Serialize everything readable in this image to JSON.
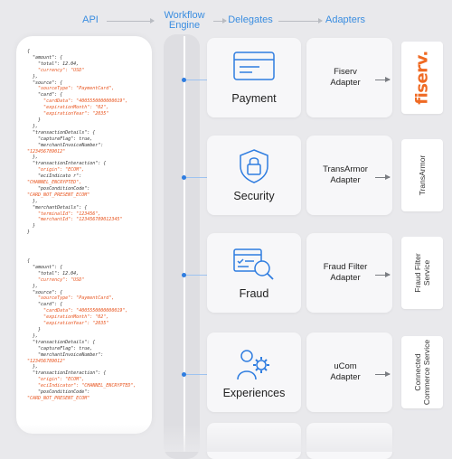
{
  "headers": {
    "api": "API",
    "engine": "Workflow\nEngine",
    "delegates": "Delegates",
    "adapters": "Adapters"
  },
  "rows": [
    {
      "delegate": "Payment",
      "adapter": "Fiserv\nAdapter",
      "service": "fiserv.",
      "icon": "card-icon"
    },
    {
      "delegate": "Security",
      "adapter": "TransArmor\nAdapter",
      "service": "TransArmor",
      "icon": "lock-shield-icon"
    },
    {
      "delegate": "Fraud",
      "adapter": "Fraud Filter\nAdapter",
      "service": "Fraud Filter\nService",
      "icon": "magnifier-card-icon"
    },
    {
      "delegate": "Experiences",
      "adapter": "uCom\nAdapter",
      "service": "Connected\nCommerce Service",
      "icon": "gear-person-icon"
    }
  ],
  "json1": [
    "{",
    "  \"amount\": {",
    "    \"total\": 12.04,",
    "    \"currency\": \"USD\"",
    "  },",
    "  \"source\": {",
    "    \"sourceType\": \"PaymentCard\",",
    "    \"card\": {",
    "      \"cardData\": \"4005550000000019\",",
    "      \"expirationMonth\": \"02\",",
    "      \"expirationYear\": \"2035\"",
    "    }",
    "  },",
    "  \"transactionDetails\": {",
    "    \"captureFlag\": true,",
    "    \"merchantInvoiceNumber\":",
    "\"123456789012\"",
    "  },",
    "  \"transactionInteraction\": {",
    "    \"origin\": \"ECOM\",",
    "    \"eciIndicato r\":",
    "\"CHANNEL_ENCRYPTED\",",
    "    \"posConditionCode\":",
    "\"CARD_NOT_PRESENT_ECOM\"",
    "  },",
    "  \"merchantDetails\": {",
    "    \"terminalId\": \"123456\",",
    "    \"merchantId\": \"123456789012345\"",
    "  }",
    "}"
  ],
  "json2": [
    "{",
    "  \"amount\": {",
    "    \"total\": 12.04,",
    "    \"currency\": \"USD\"",
    "  },",
    "  \"source\": {",
    "    \"sourceType\": \"PaymentCard\",",
    "    \"card\": {",
    "      \"cardData\": \"4005550000000019\",",
    "      \"expirationMonth\": \"02\",",
    "      \"expirationYear\": \"2035\"",
    "    }",
    "  },",
    "  \"transactionDetails\": {",
    "    \"captureFlag\": true,",
    "    \"merchantInvoiceNumber\":",
    "\"123456789012\"",
    "  },",
    "  \"transactionInteraction\": {",
    "    \"origin\": \"ECOM\",",
    "    \"eciIndicator\": \"CHANNEL_ENCRYPTED\",",
    "    \"posConditionCode\":",
    "\"CARD_NOT_PRESENT_ECOM\""
  ],
  "colors": {
    "accent": "#3a8de0",
    "fiserv": "#ef6a23",
    "json_string": "#e8541e"
  }
}
